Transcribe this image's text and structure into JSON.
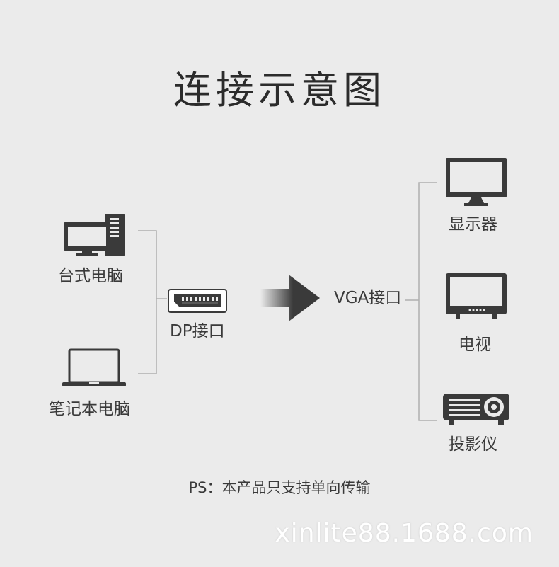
{
  "title": "连接示意图",
  "sources": {
    "desktop": {
      "label": "台式电脑",
      "icon": "desktop-computer-icon"
    },
    "laptop": {
      "label": "笔记本电脑",
      "icon": "laptop-icon"
    }
  },
  "input_port": {
    "label": "DP接口",
    "icon": "displayport-icon"
  },
  "output_port": {
    "label": "VGA接口"
  },
  "targets": {
    "monitor": {
      "label": "显示器",
      "icon": "monitor-icon"
    },
    "tv": {
      "label": "电视",
      "icon": "tv-icon"
    },
    "projector": {
      "label": "投影仪",
      "icon": "projector-icon"
    }
  },
  "note": "PS：本产品只支持单向传输",
  "watermark": "xinlite88.1688.com",
  "colors": {
    "background": "#ebebeb",
    "icon": "#3a3a3a",
    "line": "#b0b0b0"
  }
}
